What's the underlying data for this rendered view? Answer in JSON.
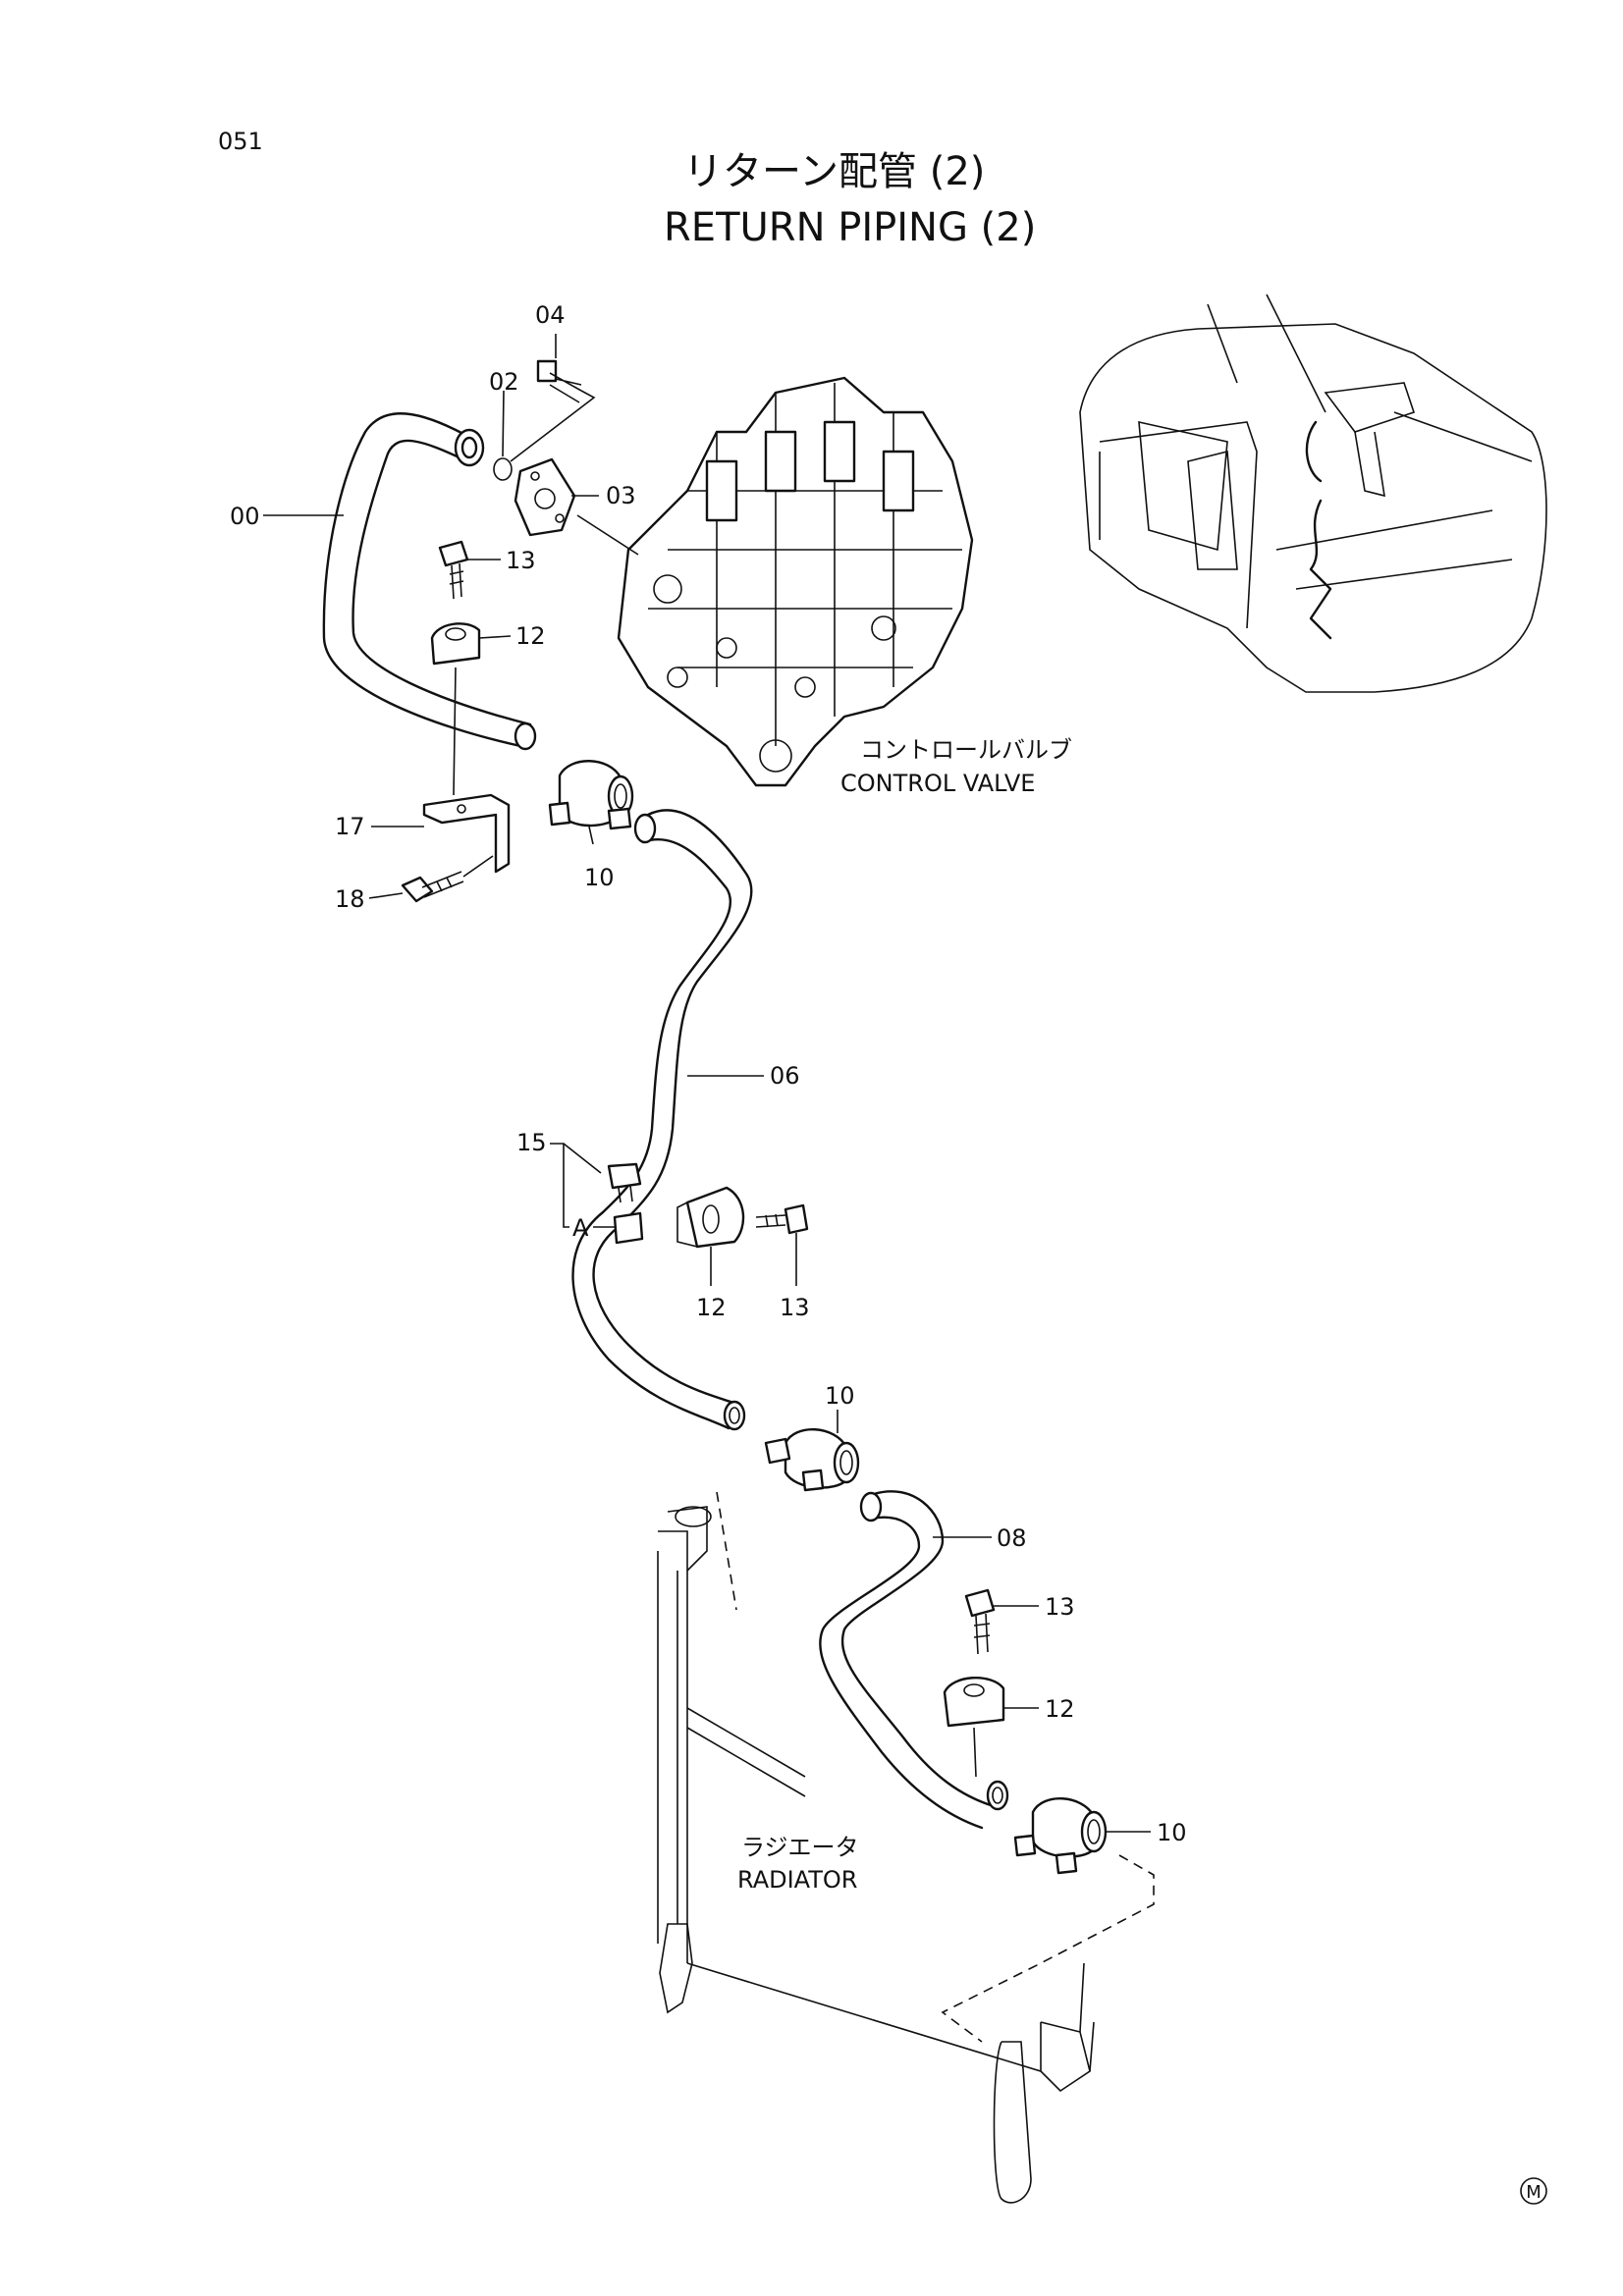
{
  "page": {
    "page_number": "051",
    "title_jp": "リターン配管 (2)",
    "title_en": "RETURN PIPING (2)",
    "symbol": "M"
  },
  "labels": {
    "control_valve_jp": "コントロールバルブ",
    "control_valve_en": "CONTROL VALVE",
    "radiator_jp": "ラジエータ",
    "radiator_en": "RADIATOR",
    "detail_a": "A"
  },
  "callouts": {
    "c00": "00",
    "c02": "02",
    "c03": "03",
    "c04": "04",
    "c06": "06",
    "c08": "08",
    "c10a": "10",
    "c10b": "10",
    "c10c": "10",
    "c12a": "12",
    "c12b": "12",
    "c12c": "12",
    "c13a": "13",
    "c13b": "13",
    "c13c": "13",
    "c15": "15",
    "c17": "17",
    "c18": "18"
  }
}
